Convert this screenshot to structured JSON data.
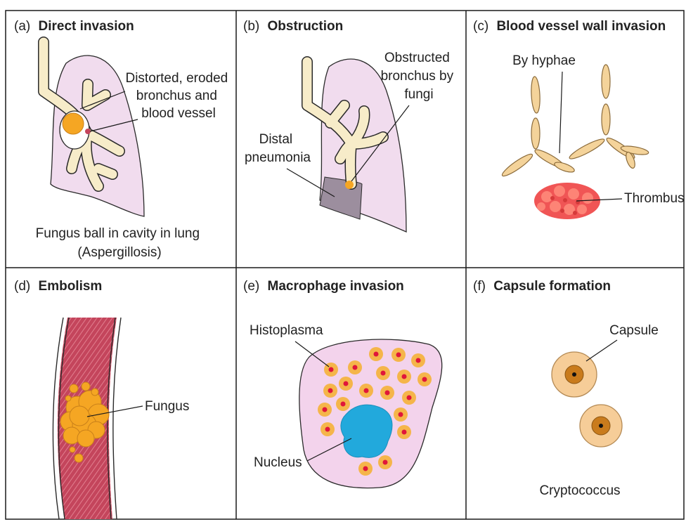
{
  "colors": {
    "grid": "#1a1a1a",
    "lung": "#f1dcee",
    "lung_edge": "#2a2a2a",
    "bronchus": "#f7ecc9",
    "fungus": "#f5a623",
    "vessel": "#c4455c",
    "thrombus": "#f05555",
    "hyphae": "#f4d39a",
    "macrophage": "#f3d3ec",
    "nucleus": "#22a9dc",
    "capsule": "#f6cd98",
    "capsule_core": "#c97b1c"
  },
  "panels": {
    "a": {
      "letter": "(a)",
      "title": "Direct invasion",
      "label_distorted": [
        "Distorted, eroded",
        "bronchus and",
        "blood vessel"
      ],
      "caption": [
        "Fungus ball in cavity in lung",
        "(Aspergillosis)"
      ],
      "icons": [
        "lung-icon",
        "bronchus-icon",
        "fungus-ball-icon"
      ]
    },
    "b": {
      "letter": "(b)",
      "title": "Obstruction",
      "label_obstructed": [
        "Obstructed",
        "bronchus by",
        "fungi"
      ],
      "label_distal": [
        "Distal",
        "pneumonia"
      ],
      "icons": [
        "lung-icon",
        "bronchus-icon",
        "pneumonia-region-icon"
      ]
    },
    "c": {
      "letter": "(c)",
      "title": "Blood vessel wall invasion",
      "label_hyphae": "By hyphae",
      "label_thrombus": "Thrombus",
      "icons": [
        "hyphae-icon",
        "thrombus-icon"
      ]
    },
    "d": {
      "letter": "(d)",
      "title": "Embolism",
      "label_fungus": "Fungus",
      "icons": [
        "blood-vessel-icon",
        "fungus-embolus-icon"
      ]
    },
    "e": {
      "letter": "(e)",
      "title": "Macrophage invasion",
      "label_histoplasma": "Histoplasma",
      "label_nucleus": "Nucleus",
      "icons": [
        "macrophage-icon",
        "nucleus-icon",
        "histoplasma-icon"
      ]
    },
    "f": {
      "letter": "(f)",
      "title": "Capsule formation",
      "label_capsule": "Capsule",
      "label_cryptococcus": "Cryptococcus",
      "icons": [
        "cryptococcus-cell-icon"
      ]
    }
  }
}
